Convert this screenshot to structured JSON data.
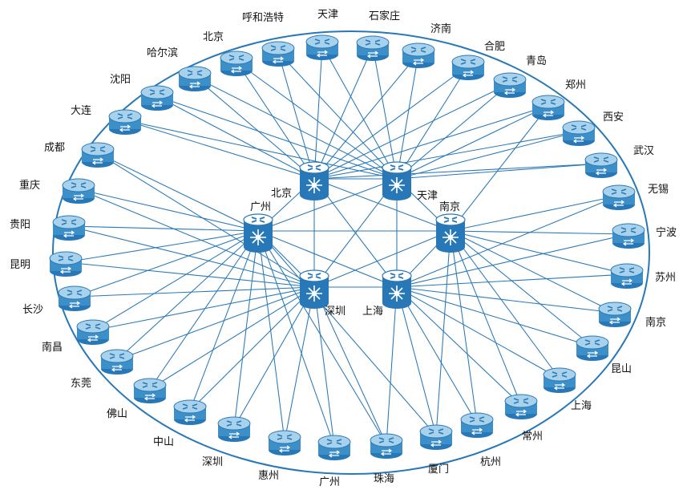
{
  "colors": {
    "line": "#2878b8",
    "edge_top": "#a8d2ec",
    "edge_side": "#3d8fc8",
    "edge_bottom": "#2878b8",
    "core_top": "#ffffff",
    "glyph": "#2878b8",
    "text": "#111111"
  },
  "core_nodes": [
    {
      "id": "core-beijing",
      "label": "北京",
      "icon": "core-switch-icon"
    },
    {
      "id": "core-tianjin",
      "label": "天津",
      "icon": "core-switch-icon"
    },
    {
      "id": "core-guangzhou",
      "label": "广州",
      "icon": "core-switch-icon"
    },
    {
      "id": "core-nanjing",
      "label": "南京",
      "icon": "core-switch-icon"
    },
    {
      "id": "core-shenzhen",
      "label": "深圳",
      "icon": "core-switch-icon"
    },
    {
      "id": "core-shanghai",
      "label": "上海",
      "icon": "core-switch-icon"
    }
  ],
  "edge_nodes": [
    {
      "id": "e-hohhot",
      "label": "呼和浩特",
      "icon": "router-icon"
    },
    {
      "id": "e-tianjin",
      "label": "天津",
      "icon": "router-icon"
    },
    {
      "id": "e-shijiazhuang",
      "label": "石家庄",
      "icon": "router-icon"
    },
    {
      "id": "e-jinan",
      "label": "济南",
      "icon": "router-icon"
    },
    {
      "id": "e-hefei",
      "label": "合肥",
      "icon": "router-icon"
    },
    {
      "id": "e-qingdao",
      "label": "青岛",
      "icon": "router-icon"
    },
    {
      "id": "e-zhengzhou",
      "label": "郑州",
      "icon": "router-icon"
    },
    {
      "id": "e-xian",
      "label": "西安",
      "icon": "router-icon"
    },
    {
      "id": "e-wuhan",
      "label": "武汉",
      "icon": "router-icon"
    },
    {
      "id": "e-wuxi",
      "label": "无锡",
      "icon": "router-icon"
    },
    {
      "id": "e-ningbo",
      "label": "宁波",
      "icon": "router-icon"
    },
    {
      "id": "e-suzhou",
      "label": "苏州",
      "icon": "router-icon"
    },
    {
      "id": "e-nanjing",
      "label": "南京",
      "icon": "router-icon"
    },
    {
      "id": "e-kunshan",
      "label": "昆山",
      "icon": "router-icon"
    },
    {
      "id": "e-shanghai",
      "label": "上海",
      "icon": "router-icon"
    },
    {
      "id": "e-changzhou",
      "label": "常州",
      "icon": "router-icon"
    },
    {
      "id": "e-hangzhou",
      "label": "杭州",
      "icon": "router-icon"
    },
    {
      "id": "e-xiamen",
      "label": "厦门",
      "icon": "router-icon"
    },
    {
      "id": "e-zhuhai",
      "label": "珠海",
      "icon": "router-icon"
    },
    {
      "id": "e-guangzhou",
      "label": "广州",
      "icon": "router-icon"
    },
    {
      "id": "e-huizhou",
      "label": "惠州",
      "icon": "router-icon"
    },
    {
      "id": "e-shenzhen",
      "label": "深圳",
      "icon": "router-icon"
    },
    {
      "id": "e-zhongshan",
      "label": "中山",
      "icon": "router-icon"
    },
    {
      "id": "e-foshan",
      "label": "佛山",
      "icon": "router-icon"
    },
    {
      "id": "e-dongguan",
      "label": "东莞",
      "icon": "router-icon"
    },
    {
      "id": "e-nanchang",
      "label": "南昌",
      "icon": "router-icon"
    },
    {
      "id": "e-changsha",
      "label": "长沙",
      "icon": "router-icon"
    },
    {
      "id": "e-kunming",
      "label": "昆明",
      "icon": "router-icon"
    },
    {
      "id": "e-guiyang",
      "label": "贵阳",
      "icon": "router-icon"
    },
    {
      "id": "e-chongqing",
      "label": "重庆",
      "icon": "router-icon"
    },
    {
      "id": "e-chengdu",
      "label": "成都",
      "icon": "router-icon"
    },
    {
      "id": "e-dalian",
      "label": "大连",
      "icon": "router-icon"
    },
    {
      "id": "e-shenyang",
      "label": "沈阳",
      "icon": "router-icon"
    },
    {
      "id": "e-harbin",
      "label": "哈尔滨",
      "icon": "router-icon"
    },
    {
      "id": "e-beijing",
      "label": "北京",
      "icon": "router-icon"
    }
  ],
  "links": [
    [
      "e-hohhot",
      "core-beijing"
    ],
    [
      "e-hohhot",
      "core-tianjin"
    ],
    [
      "e-tianjin",
      "core-beijing"
    ],
    [
      "e-tianjin",
      "core-tianjin"
    ],
    [
      "e-shijiazhuang",
      "core-beijing"
    ],
    [
      "e-shijiazhuang",
      "core-tianjin"
    ],
    [
      "e-jinan",
      "core-beijing"
    ],
    [
      "e-jinan",
      "core-tianjin"
    ],
    [
      "e-hefei",
      "core-beijing"
    ],
    [
      "e-hefei",
      "core-tianjin"
    ],
    [
      "e-qingdao",
      "core-beijing"
    ],
    [
      "e-qingdao",
      "core-tianjin"
    ],
    [
      "e-zhengzhou",
      "core-beijing"
    ],
    [
      "e-zhengzhou",
      "core-tianjin"
    ],
    [
      "e-zhengzhou",
      "core-nanjing"
    ],
    [
      "e-xian",
      "core-beijing"
    ],
    [
      "e-xian",
      "core-tianjin"
    ],
    [
      "e-wuhan",
      "core-beijing"
    ],
    [
      "e-wuhan",
      "core-tianjin"
    ],
    [
      "e-wuxi",
      "core-nanjing"
    ],
    [
      "e-wuxi",
      "core-shanghai"
    ],
    [
      "e-ningbo",
      "core-nanjing"
    ],
    [
      "e-ningbo",
      "core-shanghai"
    ],
    [
      "e-suzhou",
      "core-nanjing"
    ],
    [
      "e-suzhou",
      "core-shanghai"
    ],
    [
      "e-nanjing",
      "core-nanjing"
    ],
    [
      "e-nanjing",
      "core-shanghai"
    ],
    [
      "e-kunshan",
      "core-nanjing"
    ],
    [
      "e-kunshan",
      "core-shanghai"
    ],
    [
      "e-shanghai",
      "core-nanjing"
    ],
    [
      "e-shanghai",
      "core-shanghai"
    ],
    [
      "e-changzhou",
      "core-nanjing"
    ],
    [
      "e-changzhou",
      "core-shanghai"
    ],
    [
      "e-hangzhou",
      "core-nanjing"
    ],
    [
      "e-hangzhou",
      "core-shanghai"
    ],
    [
      "e-xiamen",
      "core-nanjing"
    ],
    [
      "e-xiamen",
      "core-shanghai"
    ],
    [
      "e-xiamen",
      "core-guangzhou"
    ],
    [
      "e-zhuhai",
      "core-guangzhou"
    ],
    [
      "e-zhuhai",
      "core-shenzhen"
    ],
    [
      "e-zhuhai",
      "core-shanghai"
    ],
    [
      "e-guangzhou",
      "core-guangzhou"
    ],
    [
      "e-guangzhou",
      "core-shenzhen"
    ],
    [
      "e-huizhou",
      "core-guangzhou"
    ],
    [
      "e-huizhou",
      "core-shenzhen"
    ],
    [
      "e-shenzhen",
      "core-guangzhou"
    ],
    [
      "e-shenzhen",
      "core-shenzhen"
    ],
    [
      "e-zhongshan",
      "core-guangzhou"
    ],
    [
      "e-zhongshan",
      "core-shenzhen"
    ],
    [
      "e-foshan",
      "core-guangzhou"
    ],
    [
      "e-foshan",
      "core-shenzhen"
    ],
    [
      "e-dongguan",
      "core-guangzhou"
    ],
    [
      "e-dongguan",
      "core-shenzhen"
    ],
    [
      "e-nanchang",
      "core-guangzhou"
    ],
    [
      "e-nanchang",
      "core-shenzhen"
    ],
    [
      "e-changsha",
      "core-guangzhou"
    ],
    [
      "e-changsha",
      "core-shenzhen"
    ],
    [
      "e-kunming",
      "core-guangzhou"
    ],
    [
      "e-kunming",
      "core-shenzhen"
    ],
    [
      "e-guiyang",
      "core-guangzhou"
    ],
    [
      "e-guiyang",
      "core-shenzhen"
    ],
    [
      "e-chongqing",
      "core-guangzhou"
    ],
    [
      "e-chongqing",
      "core-shenzhen"
    ],
    [
      "e-chengdu",
      "core-guangzhou"
    ],
    [
      "e-chengdu",
      "core-shenzhen"
    ],
    [
      "e-dalian",
      "core-beijing"
    ],
    [
      "e-dalian",
      "core-tianjin"
    ],
    [
      "e-shenyang",
      "core-beijing"
    ],
    [
      "e-shenyang",
      "core-tianjin"
    ],
    [
      "e-harbin",
      "core-beijing"
    ],
    [
      "e-harbin",
      "core-tianjin"
    ],
    [
      "e-beijing",
      "core-beijing"
    ],
    [
      "e-beijing",
      "core-tianjin"
    ],
    [
      "core-beijing",
      "core-tianjin"
    ],
    [
      "core-beijing",
      "core-guangzhou"
    ],
    [
      "core-beijing",
      "core-nanjing"
    ],
    [
      "core-beijing",
      "core-shenzhen"
    ],
    [
      "core-beijing",
      "core-shanghai"
    ],
    [
      "core-tianjin",
      "core-guangzhou"
    ],
    [
      "core-tianjin",
      "core-nanjing"
    ],
    [
      "core-tianjin",
      "core-shenzhen"
    ],
    [
      "core-tianjin",
      "core-shanghai"
    ],
    [
      "core-guangzhou",
      "core-nanjing"
    ],
    [
      "core-guangzhou",
      "core-shenzhen"
    ],
    [
      "core-guangzhou",
      "core-shanghai"
    ],
    [
      "core-nanjing",
      "core-shenzhen"
    ],
    [
      "core-nanjing",
      "core-shanghai"
    ],
    [
      "core-shenzhen",
      "core-shanghai"
    ]
  ]
}
